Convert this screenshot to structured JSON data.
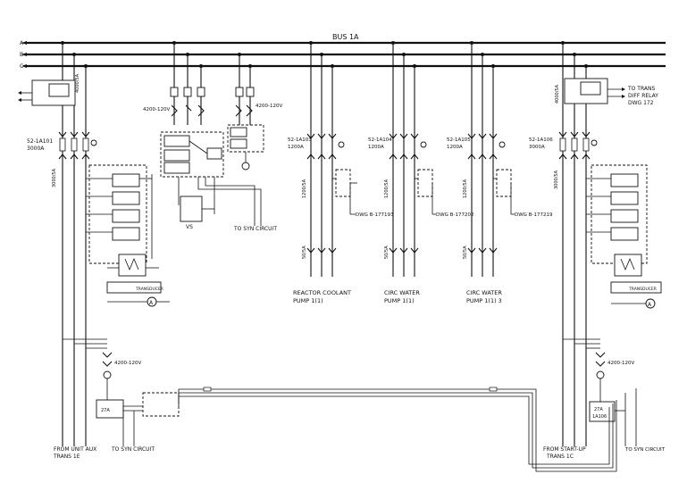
{
  "diagram": {
    "bus": {
      "title": "BUS 1A",
      "phases": [
        "A",
        "B",
        "C"
      ]
    },
    "incoming_left": {
      "breaker_id": "52-1A101",
      "breaker_rating": "3000A",
      "ct_label": "4000/5A",
      "ct_label_2": "3000/5A",
      "pt_label": "4200-120V",
      "from_line1": "FROM UNIT AUX",
      "from_line2": "TRANS 1E",
      "syn_label": "TO SYN CIRCUIT"
    },
    "incoming_right": {
      "breaker_id": "52-1A106",
      "breaker_rating": "3000A",
      "ct_label": "4000/5A",
      "ct_label_2": "3000/5A",
      "pt_label": "4200-120V",
      "from_line1": "FROM START-UP",
      "from_line2": "TRANS 1C",
      "syn_label": "TO SYN CIRCUIT",
      "relay_ref_line1": "TO TRANS",
      "relay_ref_line2": "DIFF RELAY",
      "relay_ref_line3": "DWG 172",
      "relay_box_line1": "27A",
      "relay_box_line2": "1A106"
    },
    "pt_center": {
      "pt_label_left": "4200-120V",
      "pt_label_right": "4200-120V",
      "vs_label": "VS",
      "syn_label": "TO SYN CIRCUIT"
    },
    "feeders": [
      {
        "breaker_id": "52-1A103",
        "rating": "1200A",
        "ct": "1200/5A",
        "ct2": "50/5A",
        "dwg": "DWG B-177193",
        "load1": "REACTOR COOLANT",
        "load2": "PUMP 1(1)"
      },
      {
        "breaker_id": "52-1A104",
        "rating": "1200A",
        "ct": "1200/5A",
        "ct2": "50/5A",
        "dwg": "DWG B-177202",
        "load1": "CIRC WATER",
        "load2": "PUMP 1(1)"
      },
      {
        "breaker_id": "52-1A105",
        "rating": "1200A",
        "ct": "1200/5A",
        "ct2": "50/5A",
        "dwg": "DWG B-177219",
        "load1": "CIRC WATER",
        "load2": "PUMP 1(1) 3"
      }
    ],
    "transducer_label": "TRANSDUCER"
  }
}
